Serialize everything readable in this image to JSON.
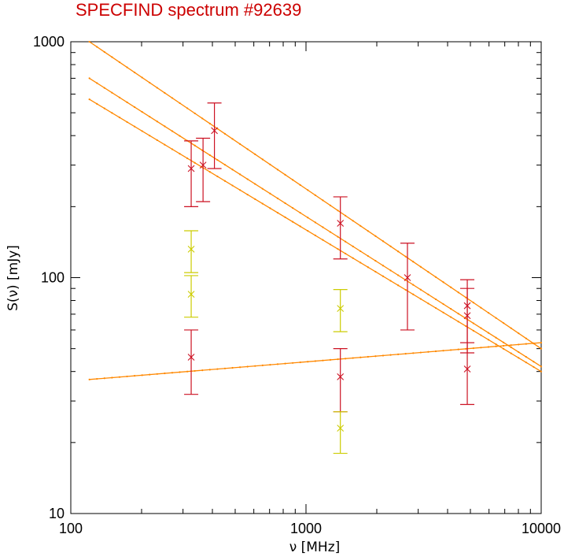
{
  "chart_data": {
    "type": "scatter",
    "title": "SPECFIND spectrum #92639",
    "xlabel": "ν [MHz]",
    "ylabel": "S(ν) [mJy]",
    "xscale": "log",
    "yscale": "log",
    "xlim": [
      100,
      10000
    ],
    "ylim": [
      10,
      1000
    ],
    "x_tick_labels": [
      {
        "value": 100,
        "label": "100"
      },
      {
        "value": 1000,
        "label": "1000"
      },
      {
        "value": 10000,
        "label": "10000"
      }
    ],
    "y_tick_labels": [
      {
        "value": 10,
        "label": "10"
      },
      {
        "value": 100,
        "label": "100"
      },
      {
        "value": 1000,
        "label": "1000"
      }
    ],
    "grid": false,
    "colors": {
      "title": "#cc0000",
      "red_points": "#cc1122",
      "yellow_points": "#cccc00",
      "fit_lines": "#ff8800",
      "axes": "#000000"
    },
    "series": [
      {
        "color_key": "red_points",
        "points": [
          {
            "x": 325,
            "y": 290,
            "ylo": 200,
            "yhi": 380
          },
          {
            "x": 365,
            "y": 300,
            "ylo": 210,
            "yhi": 390
          },
          {
            "x": 408,
            "y": 420,
            "ylo": 290,
            "yhi": 550
          },
          {
            "x": 1400,
            "y": 170,
            "ylo": 120,
            "yhi": 220
          },
          {
            "x": 2700,
            "y": 100,
            "ylo": 60,
            "yhi": 140
          },
          {
            "x": 4850,
            "y": 76,
            "ylo": 53,
            "yhi": 98
          },
          {
            "x": 4850,
            "y": 69,
            "ylo": 48,
            "yhi": 90
          },
          {
            "x": 325,
            "y": 46,
            "ylo": 32,
            "yhi": 60
          },
          {
            "x": 1400,
            "y": 38,
            "ylo": 27,
            "yhi": 50
          },
          {
            "x": 4850,
            "y": 41,
            "ylo": 29,
            "yhi": 53
          }
        ]
      },
      {
        "color_key": "yellow_points",
        "points": [
          {
            "x": 325,
            "y": 132,
            "ylo": 105,
            "yhi": 158
          },
          {
            "x": 325,
            "y": 85,
            "ylo": 68,
            "yhi": 102
          },
          {
            "x": 1400,
            "y": 74,
            "ylo": 59,
            "yhi": 89
          },
          {
            "x": 1400,
            "y": 23,
            "ylo": 18,
            "yhi": 27
          }
        ]
      }
    ],
    "fit_lines": [
      {
        "x": [
          120,
          10000
        ],
        "y": [
          1000,
          50
        ]
      },
      {
        "x": [
          120,
          10000
        ],
        "y": [
          700,
          42
        ]
      },
      {
        "x": [
          120,
          10000
        ],
        "y": [
          570,
          40
        ]
      },
      {
        "x": [
          120,
          10000
        ],
        "y": [
          37,
          53
        ]
      }
    ]
  }
}
